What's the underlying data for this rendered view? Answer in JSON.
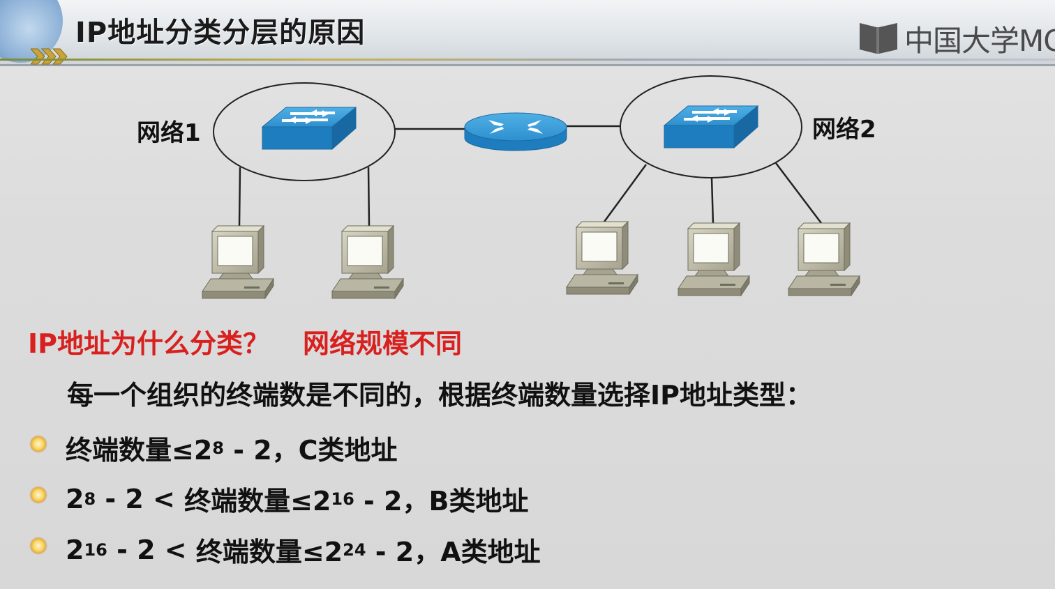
{
  "header": {
    "title": "IP地址分类分层的原因",
    "logo_text": "中国大学MO"
  },
  "diagram": {
    "network1_label": "网络1",
    "network2_label": "网络2",
    "network1_hosts": 2,
    "network2_hosts": 3
  },
  "question": {
    "text": "IP地址为什么分类？",
    "answer": "网络规模不同"
  },
  "intro": "每一个组织的终端数是不同的，根据终端数量选择IP地址类型：",
  "bullets": [
    {
      "pre_base": "",
      "pre_exp": "",
      "pre_tail": "",
      "text": "终端数量≤2",
      "exp": "8",
      "tail": " - 2，C类地址"
    },
    {
      "pre_base": "2",
      "pre_exp": "8",
      "pre_tail": " - 2 < ",
      "text": "终端数量≤2",
      "exp": "16",
      "tail": " - 2，B类地址"
    },
    {
      "pre_base": "2",
      "pre_exp": "16",
      "pre_tail": " - 2 < ",
      "text": "终端数量≤2",
      "exp": "24",
      "tail": " - 2，A类地址"
    }
  ],
  "colors": {
    "accent_red": "#d8201f",
    "device_blue": "#2a86c4",
    "bullet_orange": "#e59a16"
  }
}
